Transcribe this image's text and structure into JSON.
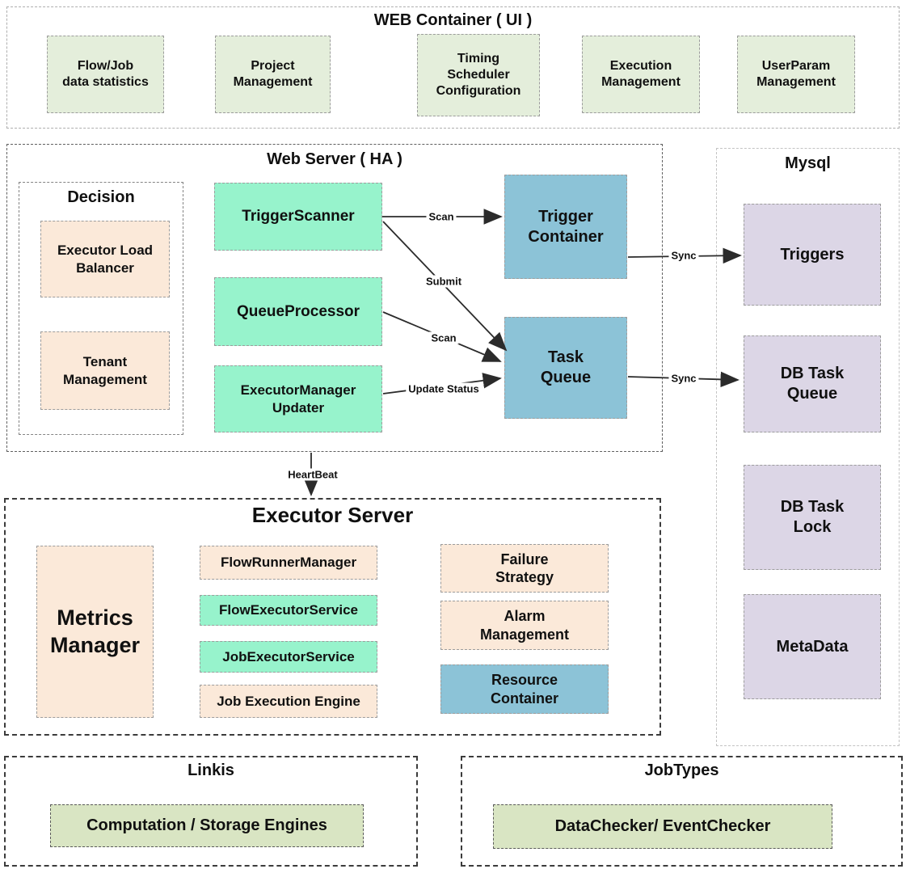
{
  "colors": {
    "module_green_light": "#e4eedb",
    "module_green_dark": "#d9e5c3",
    "service_mint": "#97f3cc",
    "queue_blue": "#8cc3d7",
    "module_peach": "#fbe9d9",
    "db_purple": "#dcd6e6",
    "line": "#2b2b2b",
    "text": "#101010"
  },
  "web_container": {
    "title": "WEB Container ( UI )",
    "items": [
      {
        "label": "Flow/Job\ndata statistics"
      },
      {
        "label": "Project\nManagement"
      },
      {
        "label": "Timing\nScheduler\nConfiguration"
      },
      {
        "label": "Execution\nManagement"
      },
      {
        "label": "UserParam\nManagement"
      }
    ]
  },
  "web_server": {
    "title": "Web Server ( HA )",
    "decision": {
      "title": "Decision",
      "items": [
        {
          "label": "Executor Load\nBalancer"
        },
        {
          "label": "Tenant\nManagement"
        }
      ]
    },
    "services": [
      {
        "label": "TriggerScanner"
      },
      {
        "label": "QueueProcessor"
      },
      {
        "label": "ExecutorManager\nUpdater"
      }
    ],
    "queues": [
      {
        "label": "Trigger\nContainer"
      },
      {
        "label": "Task\nQueue"
      }
    ]
  },
  "mysql": {
    "title": "Mysql",
    "tables": [
      {
        "label": "Triggers"
      },
      {
        "label": "DB Task\nQueue"
      },
      {
        "label": "DB Task\nLock"
      },
      {
        "label": "MetaData"
      }
    ]
  },
  "executor_server": {
    "title": "Executor Server",
    "metrics": {
      "label": "Metrics\nManager"
    },
    "middle": [
      {
        "label": "FlowRunnerManager"
      },
      {
        "label": "FlowExecutorService"
      },
      {
        "label": "JobExecutorService"
      },
      {
        "label": "Job Execution Engine"
      }
    ],
    "right": [
      {
        "label": "Failure\nStrategy"
      },
      {
        "label": "Alarm\nManagement"
      },
      {
        "label": "Resource\nContainer"
      }
    ]
  },
  "linkis": {
    "title": "Linkis",
    "box": {
      "label": "Computation / Storage Engines"
    }
  },
  "jobtypes": {
    "title": "JobTypes",
    "box": {
      "label": "DataChecker/ EventChecker"
    }
  },
  "arrows": {
    "scan1": "Scan",
    "submit": "Submit",
    "scan2": "Scan",
    "update_status": "Update Status",
    "sync1": "Sync",
    "sync2": "Sync",
    "heartbeat": "HeartBeat"
  }
}
